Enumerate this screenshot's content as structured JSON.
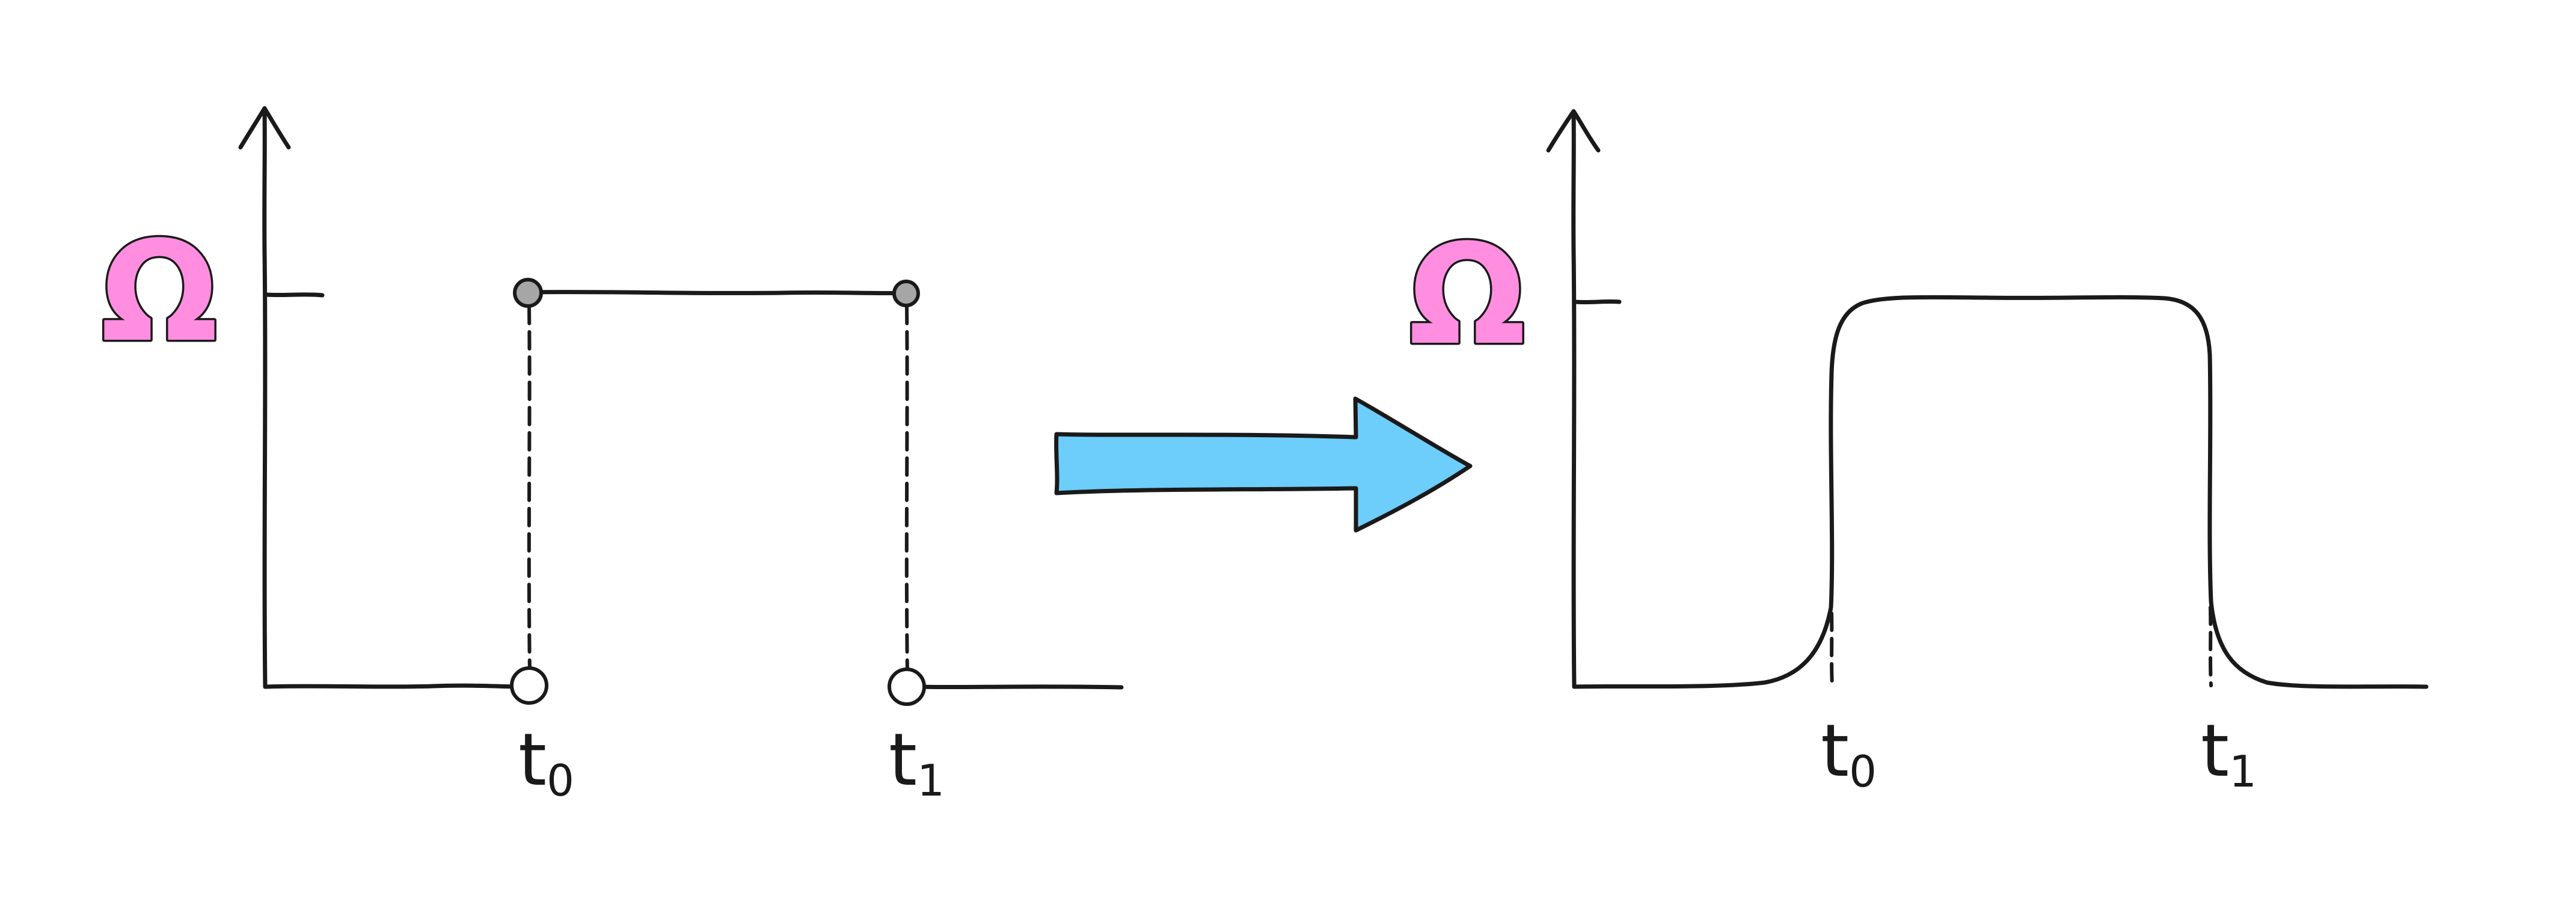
{
  "left_panel": {
    "y_level_label": "Ω",
    "t0": {
      "base": "t",
      "sub": "0"
    },
    "t1": {
      "base": "t",
      "sub": "1"
    }
  },
  "right_panel": {
    "y_level_label": "Ω",
    "t0": {
      "base": "t",
      "sub": "0"
    },
    "t1": {
      "base": "t",
      "sub": "1"
    }
  },
  "colors": {
    "omega_fill": "#ff8ee0",
    "arrow_fill": "#6dcdfb",
    "endpoint_filled": "#a6a6a6",
    "endpoint_open": "#ffffff",
    "ink": "#1a1a1a"
  }
}
